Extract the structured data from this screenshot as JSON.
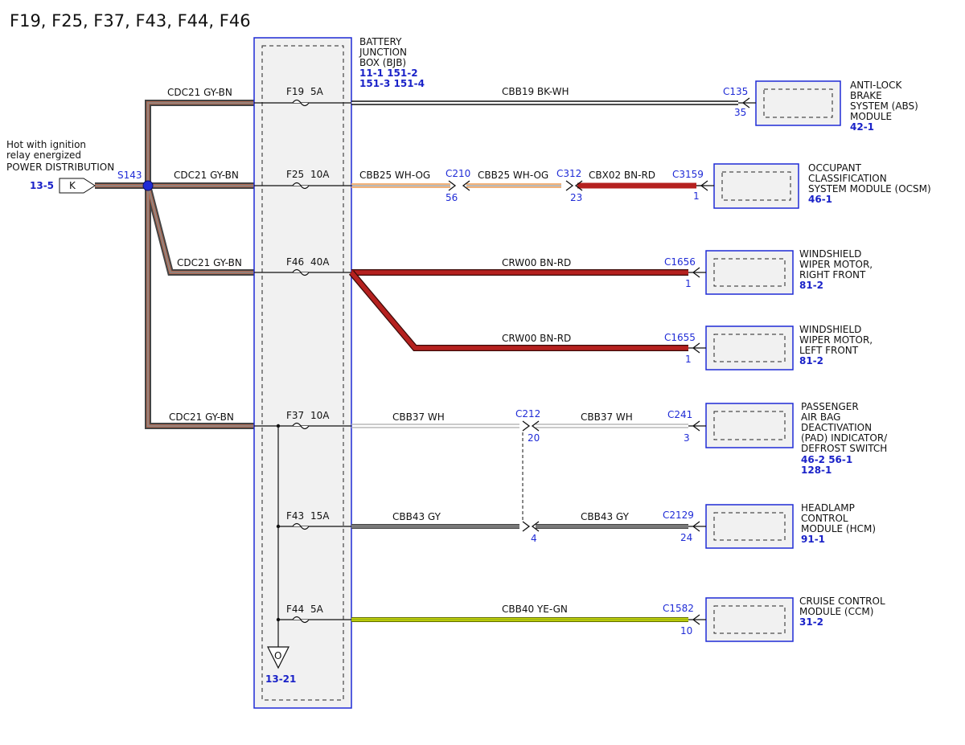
{
  "title": "F19, F25, F37, F43, F44, F46",
  "colors": {
    "blue": "#1f2bd6",
    "box_fill": "#f1f1f1",
    "bk_wh": "#111111",
    "wh_og": "#f2b27a",
    "bn_rd": "#b5211f",
    "wh": "#d0d0d0",
    "gy": "#6e6e6e",
    "ye_gn": "#c9d400",
    "gy_bn": "#777777"
  },
  "power": {
    "label_line1": "Hot with ignition",
    "label_line2": "relay energized",
    "label_line3": "POWER DISTRIBUTION",
    "ref": "13-5",
    "connector": "K",
    "splice": "S143"
  },
  "bjb": {
    "label_line1": "BATTERY",
    "label_line2": "JUNCTION",
    "label_line3": "BOX (BJB)",
    "ref_line1": "11-1  151-2",
    "ref_line2": "151-3 151-4",
    "ground_symbol": "O",
    "ground_ref": "13-21"
  },
  "feeds": [
    {
      "id": "f19",
      "wire": "CDC21  GY-BN"
    },
    {
      "id": "f25",
      "wire": "CDC21  GY-BN"
    },
    {
      "id": "f46",
      "wire": "CDC21  GY-BN"
    },
    {
      "id": "f37",
      "wire": "CDC21  GY-BN"
    }
  ],
  "fuses": [
    {
      "id": "f19",
      "name": "F19",
      "rating": "5A"
    },
    {
      "id": "f25",
      "name": "F25",
      "rating": "10A"
    },
    {
      "id": "f46",
      "name": "F46",
      "rating": "40A"
    },
    {
      "id": "f37",
      "name": "F37",
      "rating": "10A"
    },
    {
      "id": "f43",
      "name": "F43",
      "rating": "15A"
    },
    {
      "id": "f44",
      "name": "F44",
      "rating": "5A"
    }
  ],
  "wires": [
    {
      "id": "cbb19",
      "label": "CBB19  BK-WH"
    },
    {
      "id": "cbb25a",
      "label": "CBB25  WH-OG"
    },
    {
      "id": "cbb25b",
      "label": "CBB25  WH-OG"
    },
    {
      "id": "cbx02",
      "label": "CBX02  BN-RD"
    },
    {
      "id": "crw00a",
      "label": "CRW00 BN-RD"
    },
    {
      "id": "crw00b",
      "label": "CRW00 BN-RD"
    },
    {
      "id": "cbb37a",
      "label": "CBB37  WH"
    },
    {
      "id": "cbb37b",
      "label": "CBB37  WH"
    },
    {
      "id": "cbb43a",
      "label": "CBB43  GY"
    },
    {
      "id": "cbb43b",
      "label": "CBB43  GY"
    },
    {
      "id": "cbb40",
      "label": "CBB40  YE-GN"
    }
  ],
  "inline_connectors": [
    {
      "id": "c210",
      "name": "C210",
      "pin": "56"
    },
    {
      "id": "c312",
      "name": "C312",
      "pin": "23"
    },
    {
      "id": "c212",
      "name": "C212",
      "pin": "20",
      "pin2": "4"
    }
  ],
  "modules": [
    {
      "id": "abs",
      "connector": "C135",
      "pin": "35",
      "lines": [
        "ANTI-LOCK",
        "BRAKE",
        "SYSTEM (ABS)",
        "MODULE"
      ],
      "refs": [
        "42-1"
      ]
    },
    {
      "id": "ocsm",
      "connector": "C3159",
      "pin": "1",
      "lines": [
        "OCCUPANT",
        "CLASSIFICATION",
        "SYSTEM MODULE (OCSM)"
      ],
      "refs": [
        "46-1"
      ]
    },
    {
      "id": "wiper_rf",
      "connector": "C1656",
      "pin": "1",
      "lines": [
        "WINDSHIELD",
        "WIPER MOTOR,",
        "RIGHT FRONT"
      ],
      "refs": [
        "81-2"
      ]
    },
    {
      "id": "wiper_lf",
      "connector": "C1655",
      "pin": "1",
      "lines": [
        "WINDSHIELD",
        "WIPER MOTOR,",
        "LEFT FRONT"
      ],
      "refs": [
        "81-2"
      ]
    },
    {
      "id": "pad",
      "connector": "C241",
      "pin": "3",
      "lines": [
        "PASSENGER",
        "AIR BAG",
        "DEACTIVATION",
        "(PAD) INDICATOR/",
        "DEFROST SWITCH"
      ],
      "refs": [
        "46-2  56-1",
        "128-1"
      ]
    },
    {
      "id": "hcm",
      "connector": "C2129",
      "pin": "24",
      "lines": [
        "HEADLAMP",
        "CONTROL",
        "MODULE (HCM)"
      ],
      "refs": [
        "91-1"
      ]
    },
    {
      "id": "ccm",
      "connector": "C1582",
      "pin": "10",
      "lines": [
        "CRUISE CONTROL",
        "MODULE (CCM)"
      ],
      "refs": [
        "31-2"
      ]
    }
  ]
}
